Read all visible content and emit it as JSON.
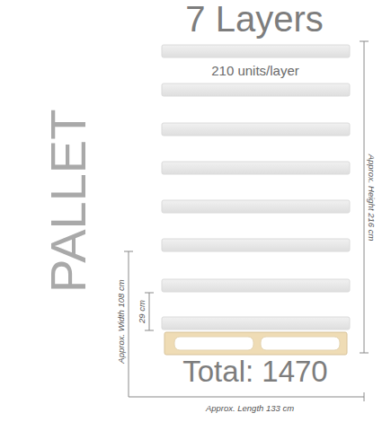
{
  "diagram": {
    "title": "7 Layers",
    "labels": [
      "210 units/layer",
      "PALLET",
      "Approx. Height 216 cm",
      "Approx. Width 108 cm",
      "29 cm",
      "Total: 1470",
      "Approx. Length 133 cm"
    ]
  }
}
